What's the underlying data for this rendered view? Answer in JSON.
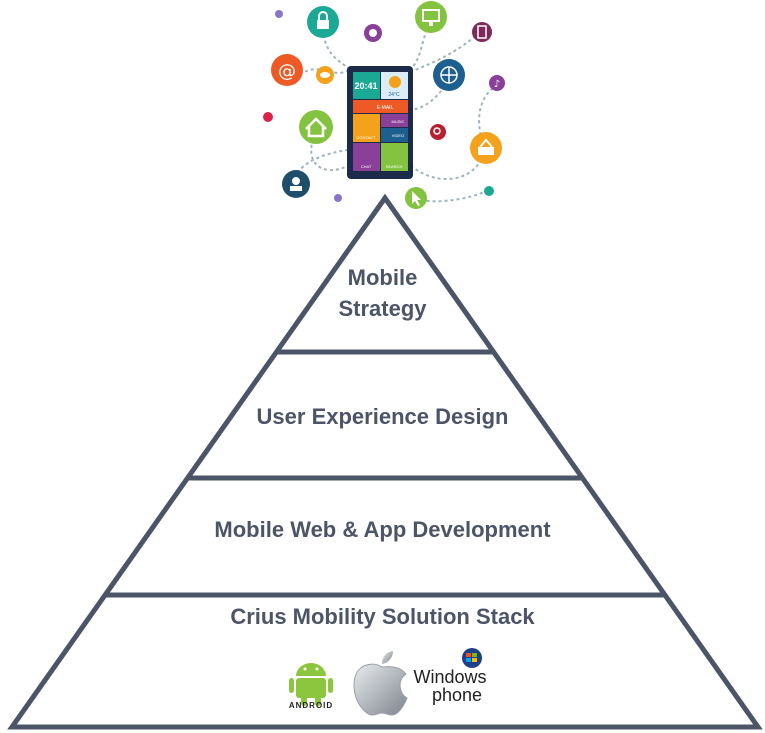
{
  "pyramid": {
    "levels": [
      {
        "line1": "Mobile",
        "line2": "Strategy"
      },
      {
        "label": "User Experience Design"
      },
      {
        "label": "Mobile Web & App Development"
      },
      {
        "label": "Crius Mobility Solution Stack"
      }
    ],
    "stroke_color": "#4b5567"
  },
  "phone": {
    "time": "20:41",
    "temperature": "24°C",
    "tiles": [
      "E-MAIL",
      "CONTACT",
      "MUSIC",
      "VIDEO",
      "CHAT",
      "SEARCH"
    ]
  },
  "platforms": {
    "android": "ANDROID",
    "windows_line1": "Windows",
    "windows_line2": "phone"
  },
  "icons": [
    "lock-icon",
    "rss-icon",
    "monitor-icon",
    "film-icon",
    "at-icon",
    "chat-bubble-icon",
    "globe-icon",
    "music-icon",
    "home-icon",
    "search-icon",
    "basket-icon",
    "users-icon",
    "cursor-icon",
    "heart-icon"
  ]
}
